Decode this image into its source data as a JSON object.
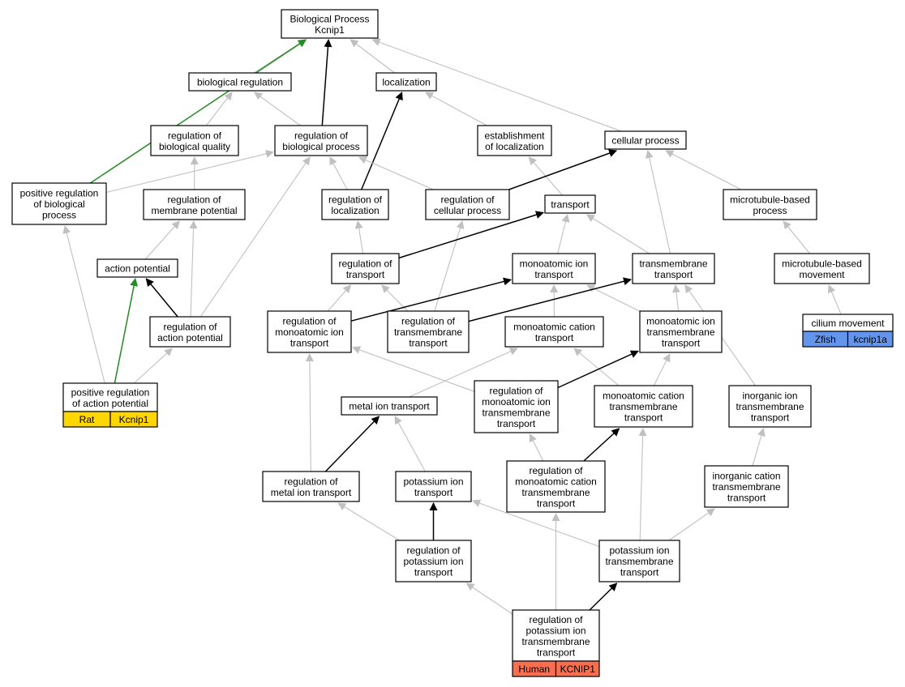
{
  "diagram": {
    "nodes": [
      {
        "id": "bp",
        "lines": [
          "Biological Process",
          "Kcnip1"
        ]
      },
      {
        "id": "bio_reg",
        "lines": [
          "biological regulation"
        ]
      },
      {
        "id": "localization",
        "lines": [
          "localization"
        ]
      },
      {
        "id": "reg_bio_quality",
        "lines": [
          "regulation of",
          "biological quality"
        ]
      },
      {
        "id": "reg_bio_process",
        "lines": [
          "regulation of",
          "biological process"
        ]
      },
      {
        "id": "est_localization",
        "lines": [
          "establishment",
          "of localization"
        ]
      },
      {
        "id": "cellular_process",
        "lines": [
          "cellular process"
        ]
      },
      {
        "id": "pos_reg_bio_process",
        "lines": [
          "positive regulation",
          "of biological",
          "process"
        ]
      },
      {
        "id": "reg_membrane_potential",
        "lines": [
          "regulation of",
          "membrane potential"
        ]
      },
      {
        "id": "reg_localization",
        "lines": [
          "regulation of",
          "localization"
        ]
      },
      {
        "id": "reg_cellular_process",
        "lines": [
          "regulation of",
          "cellular process"
        ]
      },
      {
        "id": "transport",
        "lines": [
          "transport"
        ]
      },
      {
        "id": "microtubule_process",
        "lines": [
          "microtubule-based",
          "process"
        ]
      },
      {
        "id": "action_potential",
        "lines": [
          "action potential"
        ]
      },
      {
        "id": "reg_transport",
        "lines": [
          "regulation of",
          "transport"
        ]
      },
      {
        "id": "monoatomic_ion_transport",
        "lines": [
          "monoatomic ion",
          "transport"
        ]
      },
      {
        "id": "transmembrane_transport",
        "lines": [
          "transmembrane",
          "transport"
        ]
      },
      {
        "id": "microtubule_movement",
        "lines": [
          "microtubule-based",
          "movement"
        ]
      },
      {
        "id": "reg_action_potential",
        "lines": [
          "regulation of",
          "action potential"
        ]
      },
      {
        "id": "reg_monoatomic_ion_transport",
        "lines": [
          "regulation of",
          "monoatomic ion",
          "transport"
        ]
      },
      {
        "id": "reg_transmembrane_transport",
        "lines": [
          "regulation of",
          "transmembrane",
          "transport"
        ]
      },
      {
        "id": "monoatomic_cation_transport",
        "lines": [
          "monoatomic cation",
          "transport"
        ]
      },
      {
        "id": "monoatomic_ion_tm_transport",
        "lines": [
          "monoatomic ion",
          "transmembrane",
          "transport"
        ]
      },
      {
        "id": "cilium_movement",
        "lines": [
          "cilium movement"
        ],
        "gene": {
          "species": "Zfish",
          "symbol": "kcnip1a",
          "color": "#6495ED"
        }
      },
      {
        "id": "pos_reg_action_potential",
        "lines": [
          "positive regulation",
          "of action potential"
        ],
        "gene": {
          "species": "Rat",
          "symbol": "Kcnip1",
          "color": "#FFD700"
        }
      },
      {
        "id": "metal_ion_transport",
        "lines": [
          "metal ion transport"
        ]
      },
      {
        "id": "reg_monoatomic_ion_tm_transport",
        "lines": [
          "regulation of",
          "monoatomic ion",
          "transmembrane",
          "transport"
        ]
      },
      {
        "id": "monoatomic_cation_tm_transport",
        "lines": [
          "monoatomic cation",
          "transmembrane",
          "transport"
        ]
      },
      {
        "id": "inorganic_ion_tm_transport",
        "lines": [
          "inorganic ion",
          "transmembrane",
          "transport"
        ]
      },
      {
        "id": "reg_metal_ion_transport",
        "lines": [
          "regulation of",
          "metal ion transport"
        ]
      },
      {
        "id": "potassium_ion_transport",
        "lines": [
          "potassium ion",
          "transport"
        ]
      },
      {
        "id": "reg_monoatomic_cation_tm_transport",
        "lines": [
          "regulation of",
          "monoatomic cation",
          "transmembrane",
          "transport"
        ]
      },
      {
        "id": "inorganic_cation_tm_transport",
        "lines": [
          "inorganic cation",
          "transmembrane",
          "transport"
        ]
      },
      {
        "id": "reg_potassium_ion_transport",
        "lines": [
          "regulation of",
          "potassium ion",
          "transport"
        ]
      },
      {
        "id": "potassium_ion_tm_transport",
        "lines": [
          "potassium ion",
          "transmembrane",
          "transport"
        ]
      },
      {
        "id": "reg_potassium_ion_tm_transport",
        "lines": [
          "regulation of",
          "potassium ion",
          "transmembrane",
          "transport"
        ],
        "gene": {
          "species": "Human",
          "symbol": "KCNIP1",
          "color": "#FA6E50"
        }
      }
    ],
    "edge_colors": {
      "inferred": "#C0C0C0",
      "direct": "#000000",
      "positive_regulation": "#228B22"
    },
    "edges": [
      {
        "from": "bio_reg",
        "to": "bp",
        "kind": "inferred"
      },
      {
        "from": "localization",
        "to": "bp",
        "kind": "inferred"
      },
      {
        "from": "cellular_process",
        "to": "bp",
        "kind": "inferred"
      },
      {
        "from": "reg_bio_process",
        "to": "bp",
        "kind": "direct"
      },
      {
        "from": "pos_reg_bio_process",
        "to": "bp",
        "kind": "positive_regulation"
      },
      {
        "from": "reg_bio_quality",
        "to": "bio_reg",
        "kind": "inferred"
      },
      {
        "from": "reg_bio_process",
        "to": "bio_reg",
        "kind": "inferred"
      },
      {
        "from": "est_localization",
        "to": "localization",
        "kind": "inferred"
      },
      {
        "from": "reg_localization",
        "to": "localization",
        "kind": "direct"
      },
      {
        "from": "reg_membrane_potential",
        "to": "reg_bio_quality",
        "kind": "inferred"
      },
      {
        "from": "pos_reg_bio_process",
        "to": "reg_bio_process",
        "kind": "inferred"
      },
      {
        "from": "reg_localization",
        "to": "reg_bio_process",
        "kind": "inferred"
      },
      {
        "from": "reg_cellular_process",
        "to": "reg_bio_process",
        "kind": "inferred"
      },
      {
        "from": "reg_action_potential",
        "to": "reg_bio_process",
        "kind": "inferred"
      },
      {
        "from": "transport",
        "to": "est_localization",
        "kind": "inferred"
      },
      {
        "from": "reg_cellular_process",
        "to": "cellular_process",
        "kind": "direct"
      },
      {
        "from": "transmembrane_transport",
        "to": "cellular_process",
        "kind": "inferred"
      },
      {
        "from": "microtubule_process",
        "to": "cellular_process",
        "kind": "inferred"
      },
      {
        "from": "pos_reg_action_potential",
        "to": "pos_reg_bio_process",
        "kind": "inferred"
      },
      {
        "from": "action_potential",
        "to": "reg_membrane_potential",
        "kind": "inferred"
      },
      {
        "from": "reg_action_potential",
        "to": "reg_membrane_potential",
        "kind": "inferred"
      },
      {
        "from": "reg_transport",
        "to": "reg_localization",
        "kind": "inferred"
      },
      {
        "from": "reg_transmembrane_transport",
        "to": "reg_cellular_process",
        "kind": "inferred"
      },
      {
        "from": "reg_transport",
        "to": "transport",
        "kind": "direct"
      },
      {
        "from": "monoatomic_ion_transport",
        "to": "transport",
        "kind": "inferred"
      },
      {
        "from": "transmembrane_transport",
        "to": "transport",
        "kind": "inferred"
      },
      {
        "from": "microtubule_movement",
        "to": "microtubule_process",
        "kind": "inferred"
      },
      {
        "from": "reg_action_potential",
        "to": "action_potential",
        "kind": "direct"
      },
      {
        "from": "pos_reg_action_potential",
        "to": "action_potential",
        "kind": "positive_regulation"
      },
      {
        "from": "reg_monoatomic_ion_transport",
        "to": "reg_transport",
        "kind": "inferred"
      },
      {
        "from": "reg_transmembrane_transport",
        "to": "reg_transport",
        "kind": "inferred"
      },
      {
        "from": "reg_monoatomic_ion_transport",
        "to": "monoatomic_ion_transport",
        "kind": "direct"
      },
      {
        "from": "monoatomic_cation_transport",
        "to": "monoatomic_ion_transport",
        "kind": "inferred"
      },
      {
        "from": "monoatomic_ion_tm_transport",
        "to": "monoatomic_ion_transport",
        "kind": "inferred"
      },
      {
        "from": "reg_transmembrane_transport",
        "to": "transmembrane_transport",
        "kind": "direct"
      },
      {
        "from": "monoatomic_ion_tm_transport",
        "to": "transmembrane_transport",
        "kind": "inferred"
      },
      {
        "from": "inorganic_ion_tm_transport",
        "to": "transmembrane_transport",
        "kind": "inferred"
      },
      {
        "from": "cilium_movement",
        "to": "microtubule_movement",
        "kind": "inferred"
      },
      {
        "from": "pos_reg_action_potential",
        "to": "reg_action_potential",
        "kind": "inferred"
      },
      {
        "from": "reg_monoatomic_ion_tm_transport",
        "to": "reg_monoatomic_ion_transport",
        "kind": "inferred"
      },
      {
        "from": "reg_metal_ion_transport",
        "to": "reg_monoatomic_ion_transport",
        "kind": "inferred"
      },
      {
        "from": "metal_ion_transport",
        "to": "monoatomic_cation_transport",
        "kind": "inferred"
      },
      {
        "from": "monoatomic_cation_tm_transport",
        "to": "monoatomic_cation_transport",
        "kind": "inferred"
      },
      {
        "from": "reg_monoatomic_ion_tm_transport",
        "to": "monoatomic_ion_tm_transport",
        "kind": "direct"
      },
      {
        "from": "monoatomic_cation_tm_transport",
        "to": "monoatomic_ion_tm_transport",
        "kind": "inferred"
      },
      {
        "from": "reg_metal_ion_transport",
        "to": "metal_ion_transport",
        "kind": "direct"
      },
      {
        "from": "potassium_ion_transport",
        "to": "metal_ion_transport",
        "kind": "inferred"
      },
      {
        "from": "reg_monoatomic_cation_tm_transport",
        "to": "reg_monoatomic_ion_tm_transport",
        "kind": "inferred"
      },
      {
        "from": "reg_monoatomic_cation_tm_transport",
        "to": "monoatomic_cation_tm_transport",
        "kind": "direct"
      },
      {
        "from": "potassium_ion_tm_transport",
        "to": "monoatomic_cation_tm_transport",
        "kind": "inferred"
      },
      {
        "from": "inorganic_cation_tm_transport",
        "to": "inorganic_ion_tm_transport",
        "kind": "inferred"
      },
      {
        "from": "reg_potassium_ion_transport",
        "to": "reg_metal_ion_transport",
        "kind": "inferred"
      },
      {
        "from": "reg_potassium_ion_transport",
        "to": "potassium_ion_transport",
        "kind": "direct"
      },
      {
        "from": "potassium_ion_tm_transport",
        "to": "potassium_ion_transport",
        "kind": "inferred"
      },
      {
        "from": "reg_potassium_ion_tm_transport",
        "to": "reg_monoatomic_cation_tm_transport",
        "kind": "inferred"
      },
      {
        "from": "potassium_ion_tm_transport",
        "to": "inorganic_cation_tm_transport",
        "kind": "inferred"
      },
      {
        "from": "reg_potassium_ion_tm_transport",
        "to": "reg_potassium_ion_transport",
        "kind": "inferred"
      },
      {
        "from": "reg_potassium_ion_tm_transport",
        "to": "potassium_ion_tm_transport",
        "kind": "direct"
      }
    ]
  }
}
